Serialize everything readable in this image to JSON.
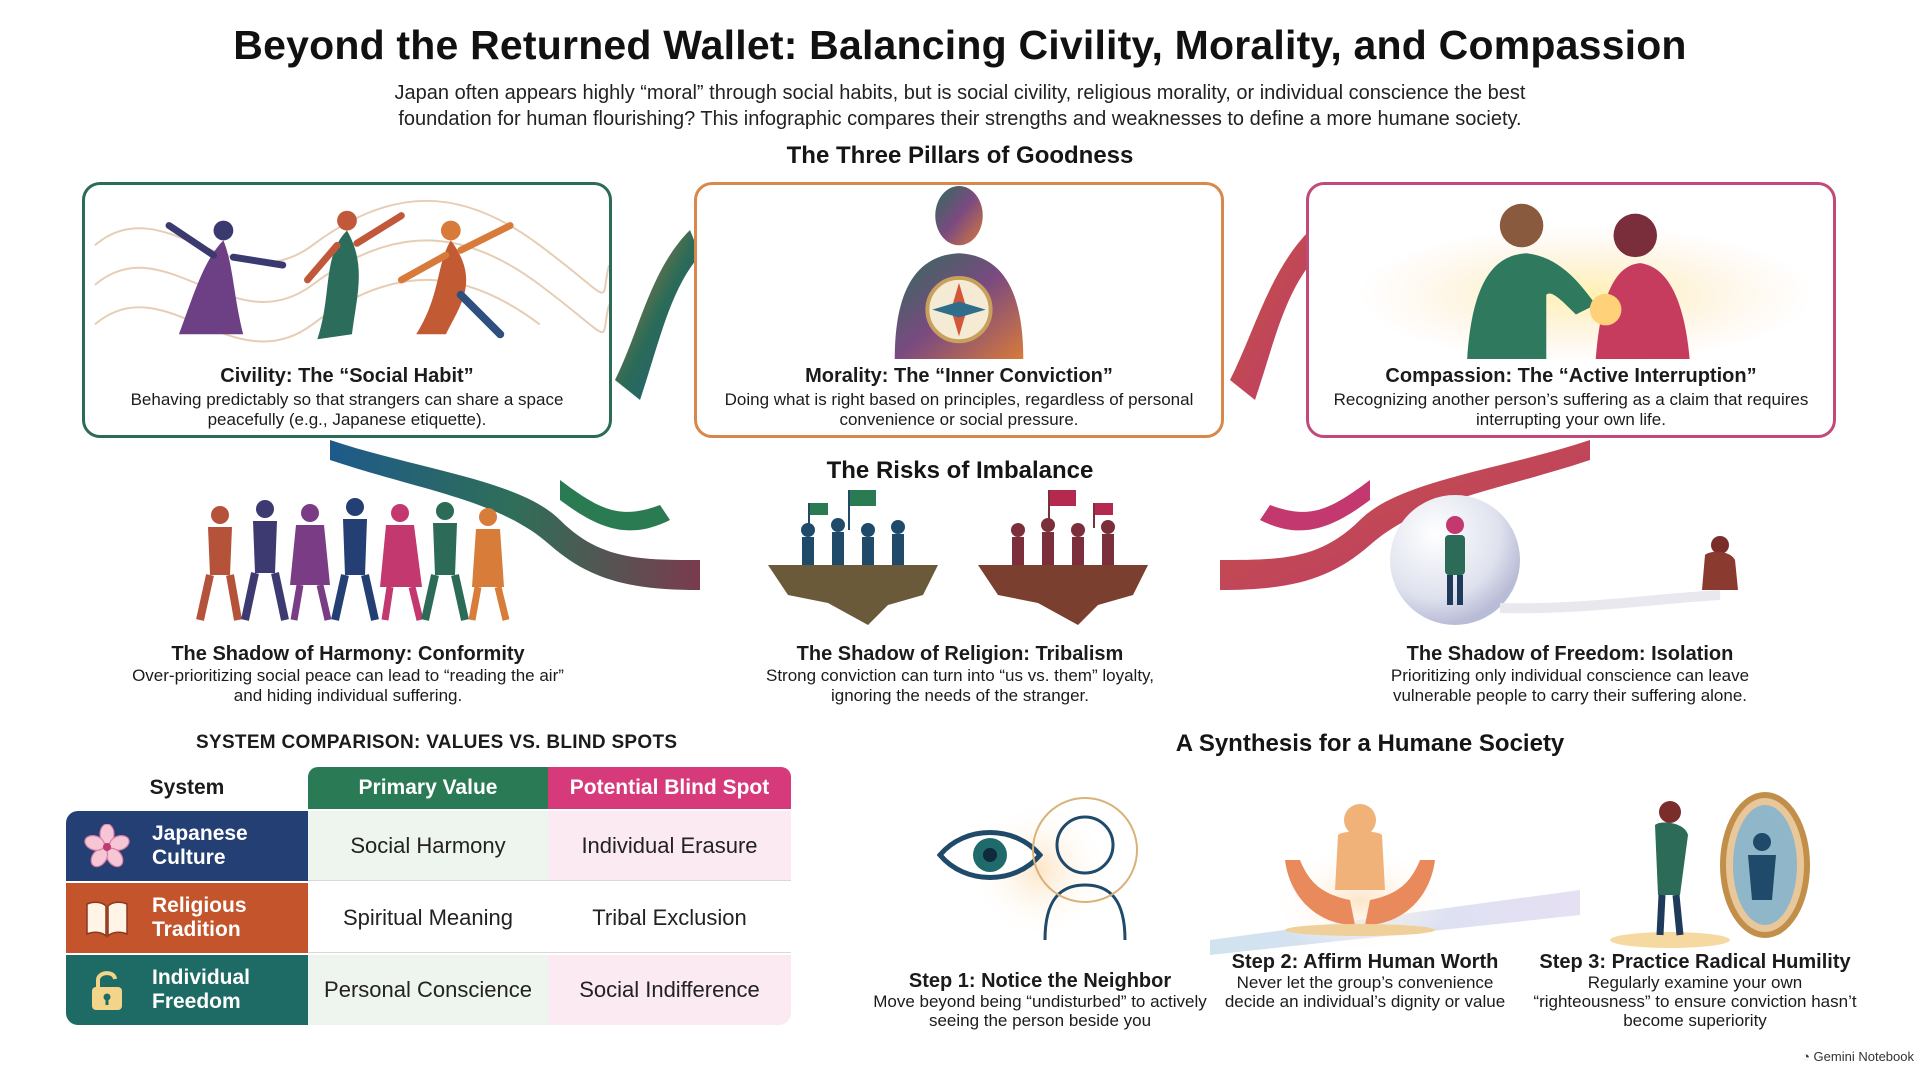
{
  "header": {
    "title": "Beyond the Returned Wallet: Balancing Civility, Morality, and Compassion",
    "subtitle": "Japan often appears highly “moral” through social habits, but is social civility, religious morality, or individual conscience the best foundation for human flourishing? This infographic compares their strengths and weaknesses to define a more humane society."
  },
  "pillars": {
    "heading": "The Three Pillars of Goodness",
    "items": [
      {
        "title": "Civility: The “Social Habit”",
        "desc": "Behaving predictably so that strangers can share a space peacefully (e.g., Japanese etiquette).",
        "color": "#2b6b57"
      },
      {
        "title": "Morality: The “Inner Conviction”",
        "desc": "Doing what is right based on principles, regardless of personal convenience or social pressure.",
        "color": "#d8884a"
      },
      {
        "title": "Compassion: The “Active Interruption”",
        "desc": "Recognizing another person’s suffering as a claim that requires interrupting your own life.",
        "color": "#c24a79"
      }
    ]
  },
  "risks": {
    "heading": "The Risks of Imbalance",
    "items": [
      {
        "title": "The Shadow of Harmony: Conformity",
        "desc": "Over-prioritizing social peace can lead to “reading the air” and hiding individual suffering."
      },
      {
        "title": "The Shadow of Religion: Tribalism",
        "desc": "Strong conviction can turn into “us vs. them” loyalty, ignoring the needs of the stranger."
      },
      {
        "title": "The Shadow of Freedom: Isolation",
        "desc": "Prioritizing only individual conscience can leave vulnerable people to carry their suffering alone."
      }
    ]
  },
  "comparison": {
    "title": "SYSTEM COMPARISON: VALUES VS. BLIND SPOTS",
    "col_system": "System",
    "col_value": "Primary Value",
    "col_blind": "Potential Blind Spot",
    "rows": [
      {
        "system": "Japanese Culture",
        "value": "Social Harmony",
        "blind": "Individual Erasure",
        "icon": "cherry-blossom-icon",
        "color": "#233f73"
      },
      {
        "system": "Religious Tradition",
        "value": "Spiritual Meaning",
        "blind": "Tribal Exclusion",
        "icon": "book-icon",
        "color": "#c3542c"
      },
      {
        "system": "Individual Freedom",
        "value": "Personal Conscience",
        "blind": "Social Indifference",
        "icon": "unlocked-padlock-icon",
        "color": "#1d6b64"
      }
    ]
  },
  "synthesis": {
    "heading": "A Synthesis for a Humane Society",
    "steps": [
      {
        "title": "Step 1: Notice the Neighbor",
        "desc": "Move beyond being “undisturbed” to actively seeing the person beside you"
      },
      {
        "title": "Step 2: Affirm Human Worth",
        "desc": "Never let the group’s convenience decide an individual’s dignity or value"
      },
      {
        "title": "Step 3: Practice Radical Humility",
        "desc": "Regularly examine your own “righteousness” to ensure conviction hasn’t become superiority"
      }
    ]
  },
  "footer": {
    "brand": "Gemini Notebook"
  }
}
